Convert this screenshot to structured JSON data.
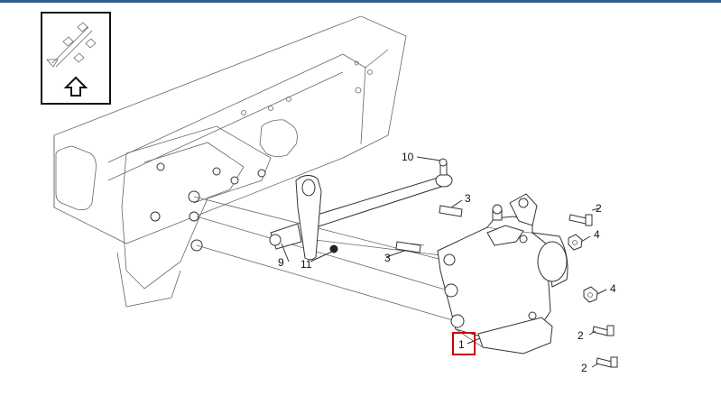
{
  "diagram": {
    "callouts": {
      "c1": "1",
      "c2a": "2",
      "c2b": "2",
      "c2c": "2",
      "c3a": "3",
      "c3b": "3",
      "c4a": "4",
      "c4b": "4",
      "c9": "9",
      "c10": "10",
      "c11": "11"
    },
    "highlight_color": "#cc0000",
    "frame_color": "#2f5f86",
    "orientation_icon": "front-direction-arrow-icon"
  }
}
